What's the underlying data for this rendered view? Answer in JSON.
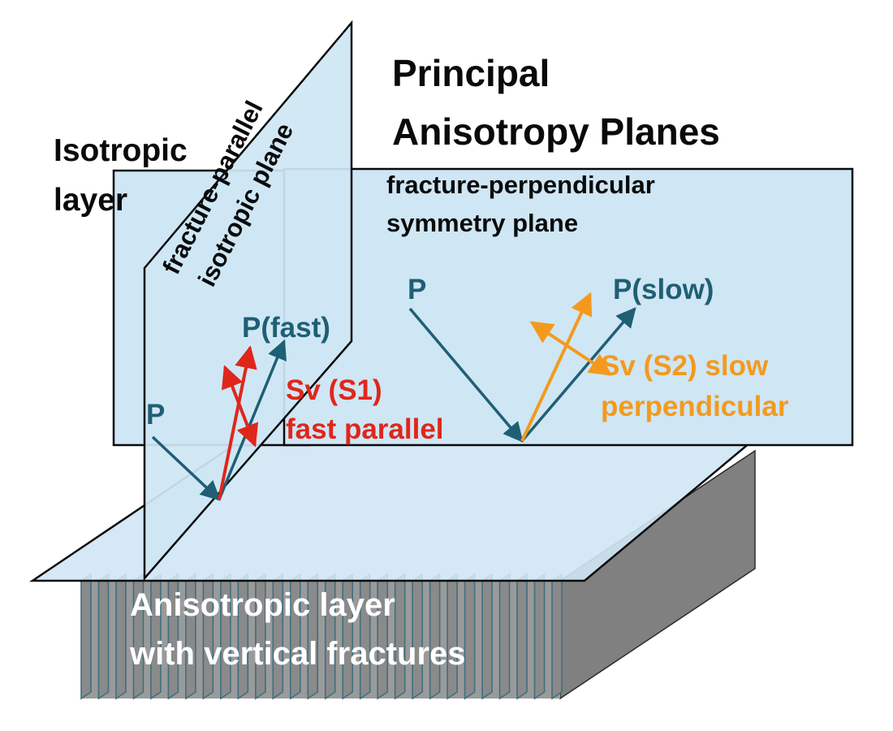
{
  "title": {
    "line1": "Principal",
    "line2": "Anisotropy Planes"
  },
  "isotropic_layer_label": {
    "line1": "Isotropic",
    "line2": "layer"
  },
  "fracture_parallel_label": {
    "line1": "fracture-parallel",
    "line2": "isotropic plane"
  },
  "fracture_perpendicular_label": {
    "line1": "fracture-perpendicular",
    "line2": "symmetry plane"
  },
  "anisotropic_layer_label": {
    "line1": "Anisotropic layer",
    "line2": "with vertical fractures"
  },
  "parallel_plane_waves": {
    "incident_label": "P",
    "p_fast_label": "P(fast)",
    "s1_label_line1": "Sv (S1)",
    "s1_label_line2": "fast parallel"
  },
  "perpendicular_plane_waves": {
    "incident_label": "P",
    "p_slow_label": "P(slow)",
    "s2_label_line1": "Sv (S2) slow",
    "s2_label_line2": "perpendicular"
  },
  "colors": {
    "plane_fill": "#cfe6f4",
    "outline": "#0a0a0a",
    "p_wave": "#1f5f73",
    "s1_wave": "#e0261b",
    "s2_wave": "#f39a1e",
    "fracture_fill": "#8a8a8a",
    "fracture_edge": "#3f6f80",
    "label_dark": "#0a0a0a",
    "label_white": "#ffffff"
  },
  "icons": {
    "fracture_slab": "vertical-fracture-sheets",
    "planes": "translucent-rectangles"
  }
}
